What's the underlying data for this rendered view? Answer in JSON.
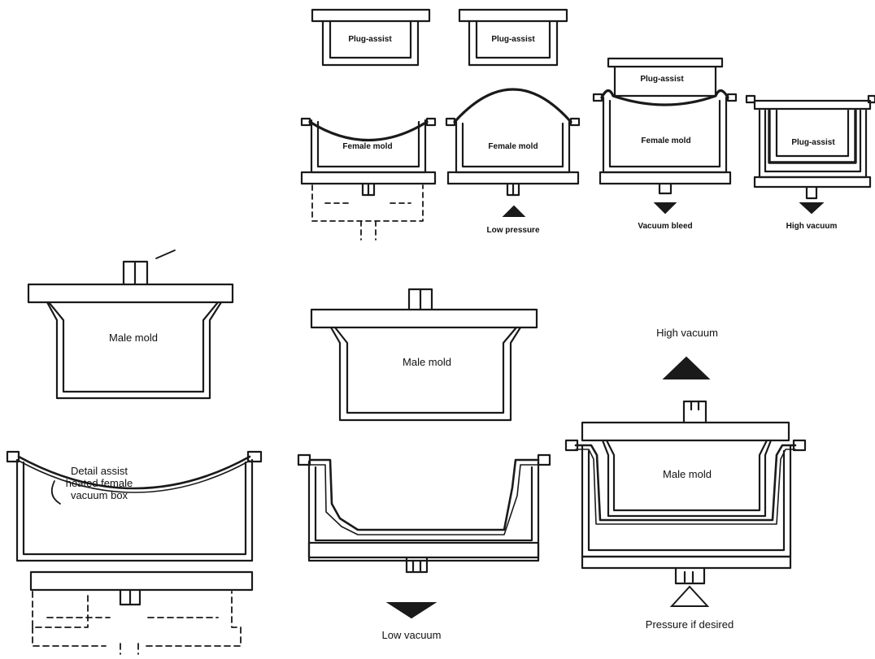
{
  "labels": {
    "plug_assist": "Plug-assist",
    "female_mold": "Female mold",
    "male_mold": "Male mold",
    "low_pressure": "Low pressure",
    "vacuum_bleed": "Vacuum bleed",
    "high_vacuum": "High vacuum",
    "detail_assist_line1": "Detail assist",
    "detail_assist_line2": "heated female",
    "detail_assist_line3": "vacuum box",
    "low_vacuum": "Low vacuum",
    "pressure_if_desired": "Pressure if desired"
  },
  "colors": {
    "ink": "#1a1a1a",
    "paper": "#ffffff"
  }
}
